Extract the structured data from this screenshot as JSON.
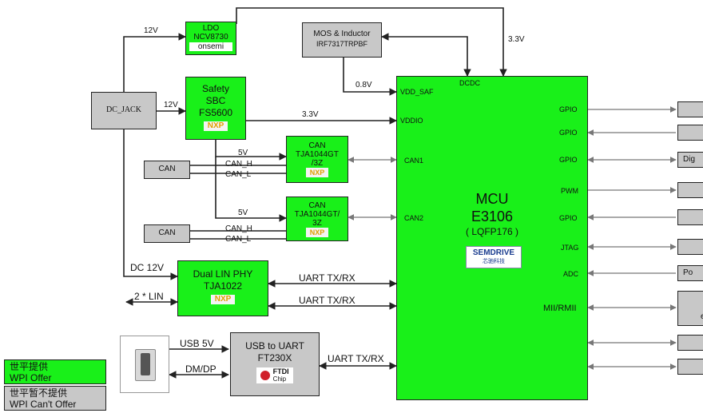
{
  "blocks": {
    "ldo": {
      "line1": "LDO",
      "line2": "NCV8730",
      "logo": "onsemi"
    },
    "mos": {
      "line1": "MOS & Inductor",
      "line2": "IRF7317TRPBF"
    },
    "sbc": {
      "line1": "Safety",
      "line2": "SBC",
      "line3": "FS5600",
      "logo": "NXP"
    },
    "dc_jack": {
      "label": "DC_JACK"
    },
    "can_tx1": {
      "line1": "CAN",
      "line2": "TJA1044GT",
      "line3": "/3Z",
      "logo": "NXP"
    },
    "can_tx2": {
      "line1": "CAN",
      "line2": "TJA1044GT/",
      "line3": "3Z",
      "logo": "NXP"
    },
    "can_conn1": {
      "label": "CAN"
    },
    "can_conn2": {
      "label": "CAN"
    },
    "lin": {
      "line1": "Dual LIN PHY",
      "line2": "TJA1022",
      "logo": "NXP"
    },
    "usb_uart": {
      "line1": "USB to UART",
      "line2": "FT230X",
      "logo_line1": "FTDI",
      "logo_line2": "Chip"
    },
    "mcu": {
      "line1": "MCU",
      "line2": "E3106",
      "line3": "( LQFP176 )",
      "logo": "SEMDRIVE",
      "logo_sub": "芯驰科技"
    }
  },
  "mcu_pins_left": {
    "vdd_saf": "VDD_SAF",
    "vddio": "VDDIO",
    "can1": "CAN1",
    "can2": "CAN2",
    "dcdc": "DCDC"
  },
  "mcu_pins_right": [
    "GPIO",
    "GPIO",
    "GPIO",
    "PWM",
    "GPIO",
    "JTAG",
    "ADC",
    "MII/RMII"
  ],
  "right_stubs": {
    "dig": "Dig",
    "po": "Po",
    "e": "e"
  },
  "wires": {
    "v12_ldo": "12V",
    "v33_ldo": "3.3V",
    "v12_sbc": "12V",
    "v08": "0.8V",
    "v33_sbc": "3.3V",
    "can_5v_1": "5V",
    "can_h1": "CAN_H",
    "can_l1": "CAN_L",
    "can_5v_2": "5V",
    "can_h2": "CAN_H",
    "can_l2": "CAN_L",
    "dc12v": "DC 12V",
    "lin_uart1": "UART  TX/RX",
    "lin_uart2": "UART  TX/RX",
    "lin_bus": "2 * LIN",
    "usb5v": "USB  5V",
    "dmdp": "DM/DP",
    "usb_uart_tx": "UART  TX/RX"
  },
  "legend": {
    "offer_cn": "世平提供",
    "offer_en": "WPI Offer",
    "cant_cn": "世平暂不提供",
    "cant_en": "WPI Can't Offer"
  },
  "colors": {
    "offer": "#19f019",
    "cant_offer": "#c8c8c8",
    "line": "#222222"
  }
}
